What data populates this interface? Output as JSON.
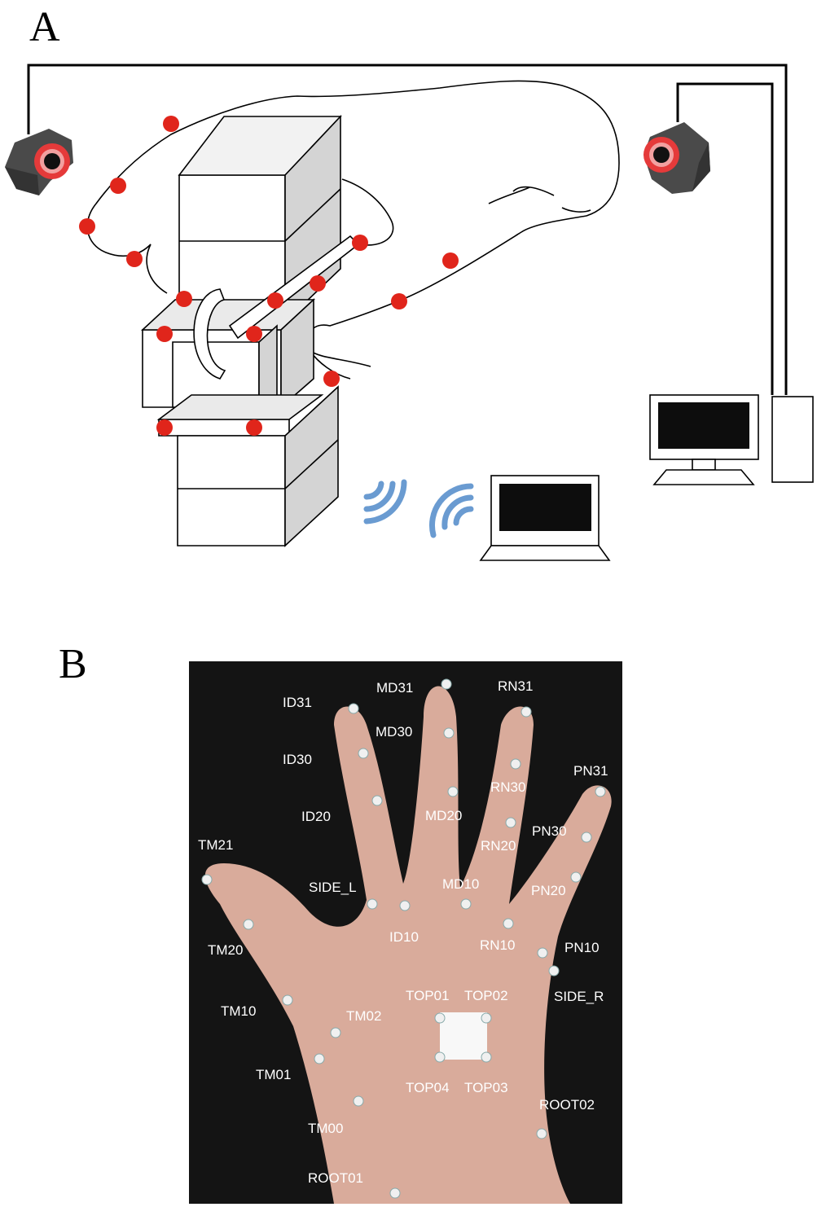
{
  "panels": {
    "a": "A",
    "b": "B"
  },
  "colors": {
    "marker": "#e0251b",
    "wifi": "#6a9bd1",
    "photo_bg": "#141414",
    "skin": "#d9ab9b"
  },
  "icons": [
    "camera-icon",
    "camera-icon",
    "wifi-icon",
    "wifi-icon",
    "laptop-icon",
    "desktop-computer-icon"
  ],
  "marker_labels": [
    "ID31",
    "ID30",
    "ID20",
    "MD31",
    "MD30",
    "MD20",
    "RN31",
    "RN30",
    "RN20",
    "PN31",
    "PN30",
    "PN20",
    "TM21",
    "SIDE_L",
    "MD10",
    "ID10",
    "RN10",
    "PN10",
    "TM20",
    "SIDE_R",
    "TOP01",
    "TOP02",
    "TM10",
    "TM02",
    "TOP04",
    "TOP03",
    "TM01",
    "ROOT02",
    "TM00",
    "ROOT01"
  ]
}
